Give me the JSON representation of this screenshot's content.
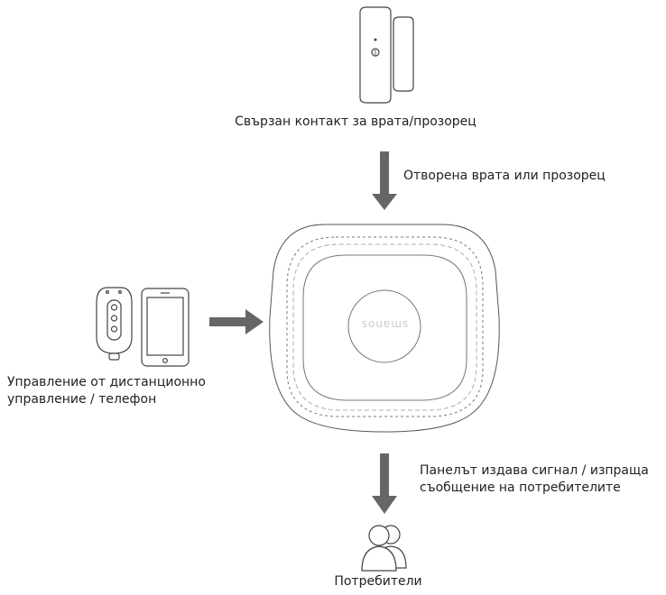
{
  "colors": {
    "arrow": "#666666",
    "outline": "#444444",
    "text": "#222222"
  },
  "labels": {
    "sensor": "Свързан контакт за врата/прозорец",
    "door_open": "Отворена врата или прозорец",
    "remote_line1": "Управление от дистанционно",
    "remote_line2": "управление / телефон",
    "panel_line1": "Панелът издава сигнал / изпраща",
    "panel_line2": "съобщение на потребителите",
    "users": "Потребители"
  },
  "hub": {
    "logo_text": "smanos"
  },
  "icons": [
    "door-window-sensor-icon",
    "remote-control-icon",
    "phone-icon",
    "alarm-hub-icon",
    "users-icon"
  ]
}
